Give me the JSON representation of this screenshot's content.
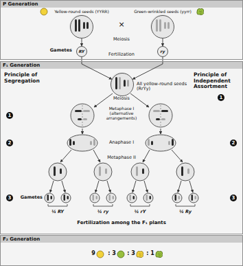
{
  "diagram": {
    "nodes": [
      {
        "text": [
          "P Generation"
        ]
      },
      {
        "text": [
          "Yellow-round seeds (YYRR)"
        ],
        "in": 0
      },
      {
        "text": [
          "Green-wrinkled seeds (yyrr)"
        ],
        "in": 0
      },
      {
        "text": [
          "RY"
        ],
        "in": 0
      },
      {
        "text": [
          "ry"
        ],
        "in": 0
      },
      {
        "text": [
          "F₁ Generation"
        ]
      },
      {
        "text": [
          "All yellow-round seeds (RrYy)"
        ],
        "in": 5
      },
      {
        "text": [
          "F₂ Generation"
        ]
      }
    ],
    "edges": [
      {
        "from": 1,
        "to": 3,
        "arrow": "to"
      },
      {
        "from": 2,
        "to": 4,
        "arrow": "to"
      },
      {
        "from": 3,
        "to": 6,
        "arrow": "to"
      },
      {
        "from": 4,
        "to": 6,
        "arrow": "to"
      }
    ],
    "labels": [
      "×",
      "Meiosis",
      "Gametes",
      "Fertilization",
      "Principle of Segregation",
      "Principle of Independent Assortment",
      "1",
      "Meiosis",
      "Metaphase I (alternative arrangements)",
      "1",
      "Anaphase I",
      "2",
      "2",
      "Metaphase II",
      "3",
      "Gametes",
      "3",
      "¼ RY",
      "¼ ry",
      "¼ rY",
      "¼ Ry",
      "Fertilization among the F₁ plants",
      "9",
      ": 3",
      ": 3",
      ": 1"
    ]
  }
}
